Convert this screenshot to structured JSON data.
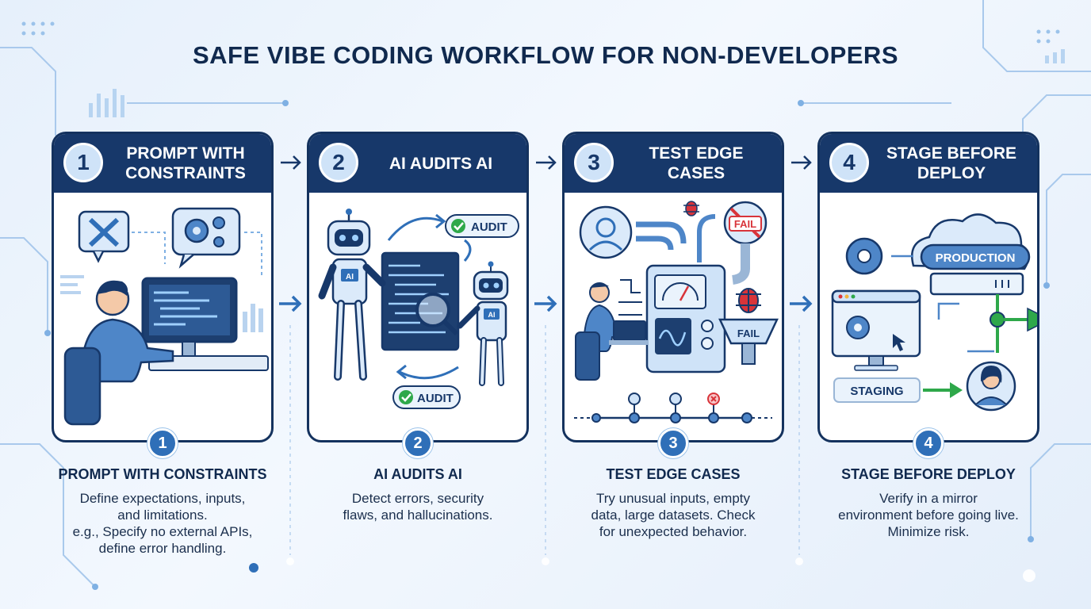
{
  "title": "SAFE VIBE CODING WORKFLOW FOR NON-DEVELOPERS",
  "steps": [
    {
      "number": "1",
      "header": "PROMPT WITH CONSTRAINTS",
      "caption_title": "PROMPT WITH CONSTRAINTS",
      "description": "Define expectations, inputs,\nand limitations.\ne.g., Specify no external APIs,\ndefine error handling."
    },
    {
      "number": "2",
      "header": "AI AUDITS AI",
      "caption_title": "AI AUDITS AI",
      "description": "Detect errors, security\nflaws, and hallucinations.",
      "labels": {
        "audit_top": "AUDIT",
        "audit_bottom": "AUDIT",
        "robot_left": "AI",
        "robot_right": "AI"
      }
    },
    {
      "number": "3",
      "header": "TEST EDGE CASES",
      "caption_title": "TEST EDGE CASES",
      "description": "Try unusual inputs, empty\ndata, large datasets. Check\nfor unexpected behavior.",
      "labels": {
        "fail_sign": "FAIL",
        "fail_bin": "FAIL"
      }
    },
    {
      "number": "4",
      "header": "STAGE BEFORE DEPLOY",
      "caption_title": "STAGE BEFORE DEPLOY",
      "description": "Verify in a mirror\nenvironment before going live.\nMinimize risk.",
      "labels": {
        "production": "PRODUCTION",
        "staging": "STAGING"
      }
    }
  ],
  "colors": {
    "navy": "#17386a",
    "accent_blue": "#2f6fb8",
    "light_blue": "#cfe3f8",
    "green": "#2ea84a",
    "red": "#d8343a"
  }
}
